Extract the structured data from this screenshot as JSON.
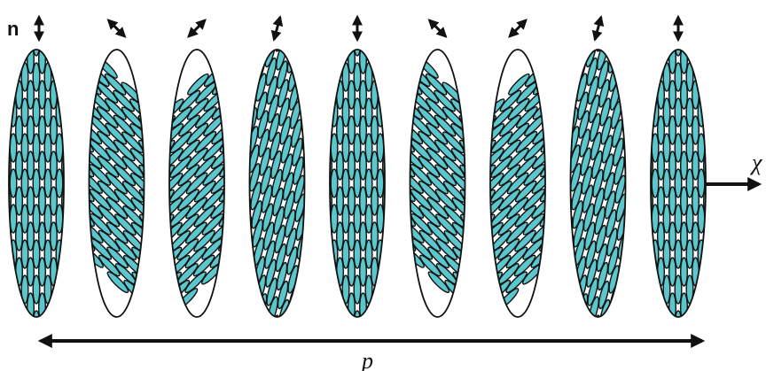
{
  "labels": {
    "director": "n",
    "helical_axis": "χ",
    "pitch": "p"
  },
  "colors": {
    "molecule_fill": "#5bc7cc",
    "outline": "#111111",
    "layer_fill": "#ffffff"
  },
  "layers": [
    {
      "director_angle_deg": 0
    },
    {
      "director_angle_deg": -45
    },
    {
      "director_angle_deg": 45
    },
    {
      "director_angle_deg": 15
    },
    {
      "director_angle_deg": 0
    },
    {
      "director_angle_deg": -45
    },
    {
      "director_angle_deg": 45
    },
    {
      "director_angle_deg": 15
    },
    {
      "director_angle_deg": 0
    }
  ]
}
